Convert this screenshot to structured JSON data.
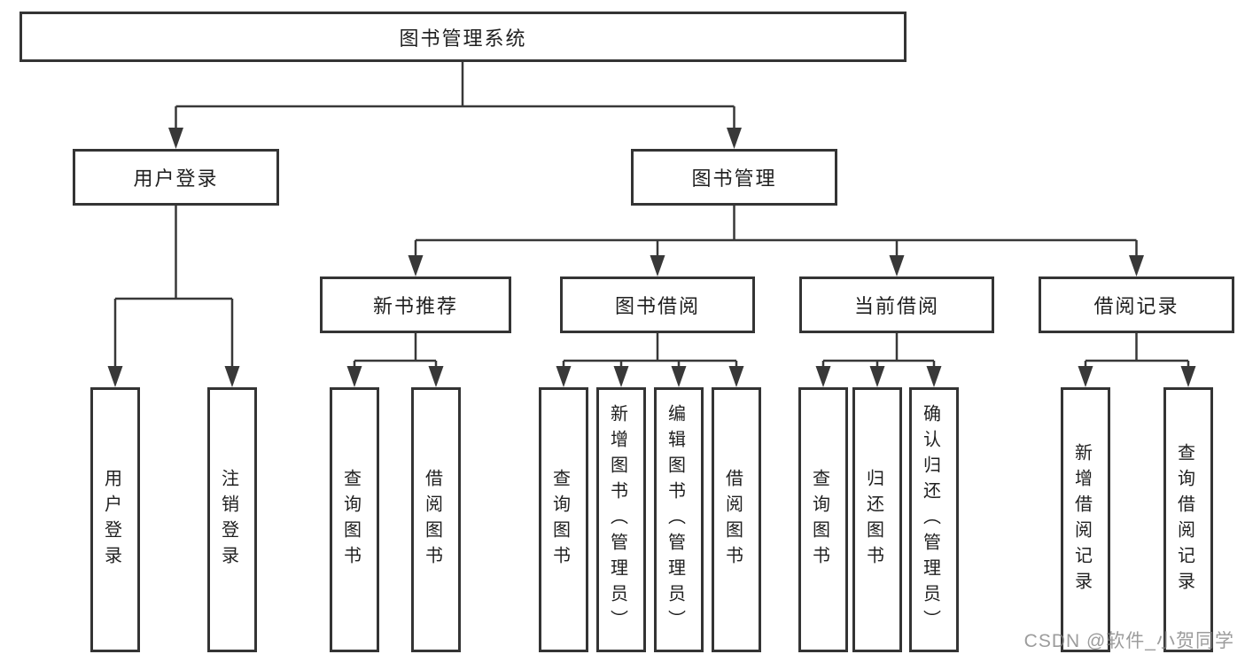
{
  "diagram": {
    "root": "图书管理系统",
    "nodes": {
      "user_login": "用户登录",
      "book_mgmt": "图书管理",
      "new_book_rec": "新书推荐",
      "book_borrow": "图书借阅",
      "current_borrow": "当前借阅",
      "borrow_records": "借阅记录",
      "leaf_user_login": "用户登录",
      "leaf_logout": "注销登录",
      "leaf_query_books_1": "查询图书",
      "leaf_borrow_books_1": "借阅图书",
      "leaf_query_books_2": "查询图书",
      "leaf_add_book_admin": "新增图书（管理员）",
      "leaf_edit_book_admin": "编辑图书（管理员）",
      "leaf_borrow_books_2": "借阅图书",
      "leaf_query_books_3": "查询图书",
      "leaf_return_book": "归还图书",
      "leaf_confirm_return_admin": "确认归还（管理员）",
      "leaf_add_borrow_record": "新增借阅记录",
      "leaf_query_borrow_record": "查询借阅记录"
    }
  },
  "watermark": "CSDN @软件_小贺同学",
  "colors": {
    "line": "#383838",
    "box_border": "#343434",
    "text": "#1f1f1f",
    "watermark": "#808080",
    "background": "#ffffff"
  }
}
